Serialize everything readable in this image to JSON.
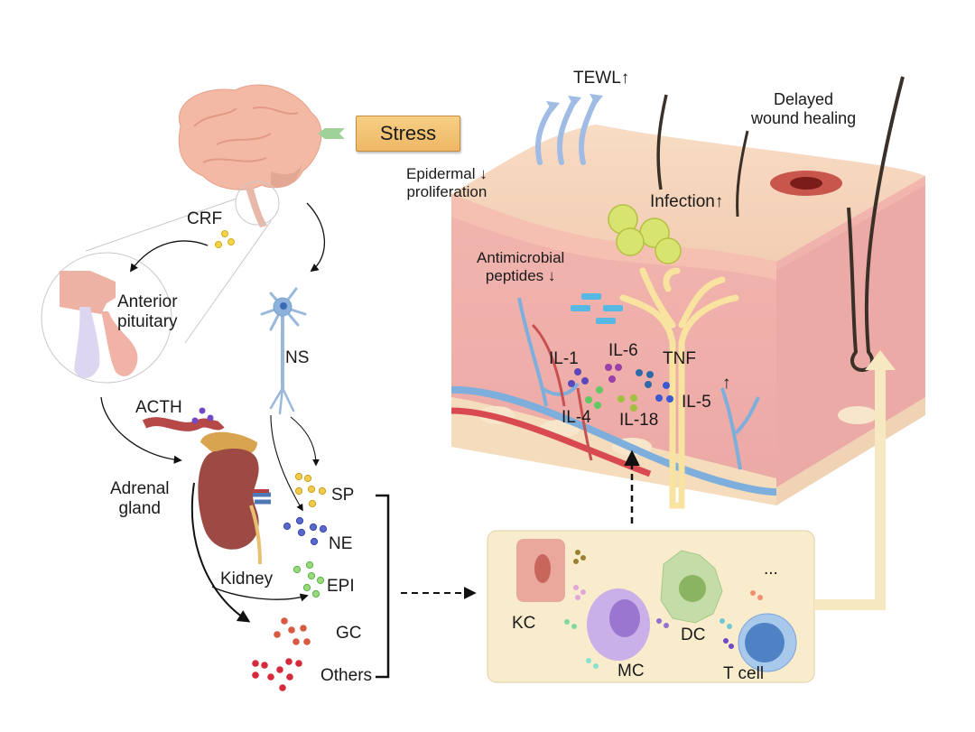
{
  "stressor": {
    "label": "Stress"
  },
  "brain_axis": {
    "crf": "CRF",
    "anterior_pituitary": "Anterior\npituitary",
    "ns": "NS",
    "acth": "ACTH",
    "adrenal_gland": "Adrenal\ngland",
    "kidney": "Kidney"
  },
  "mediators": [
    {
      "label": "SP",
      "color": "#e8c24a"
    },
    {
      "label": "NE",
      "color": "#5060c8"
    },
    {
      "label": "EPI",
      "color": "#86d070"
    },
    {
      "label": "GC",
      "color": "#d9553c"
    },
    {
      "label": "Others",
      "color": "#d22c3c"
    }
  ],
  "skin": {
    "tewl": "TEWL↑",
    "epidermal": "Epidermal ↓\nproliferation",
    "infection": "Infection↑",
    "wound": "Delayed\nwound healing",
    "amp": "Antimicrobial\npeptides ↓",
    "cytokines": [
      {
        "label": "IL-1",
        "color": "#5a48b8"
      },
      {
        "label": "IL-6",
        "color": "#9a40a8"
      },
      {
        "label": "TNF",
        "color": "#2e6aa8"
      },
      {
        "label": "IL-4",
        "color": "#60c860"
      },
      {
        "label": "IL-18",
        "color": "#a0c040"
      },
      {
        "label": "IL-5",
        "color": "#3a58d0"
      }
    ],
    "cytokine_arrow": "↑"
  },
  "immune_cells": {
    "kc": "KC",
    "mc": "MC",
    "dc": "DC",
    "tcell": "T cell",
    "more": "..."
  }
}
